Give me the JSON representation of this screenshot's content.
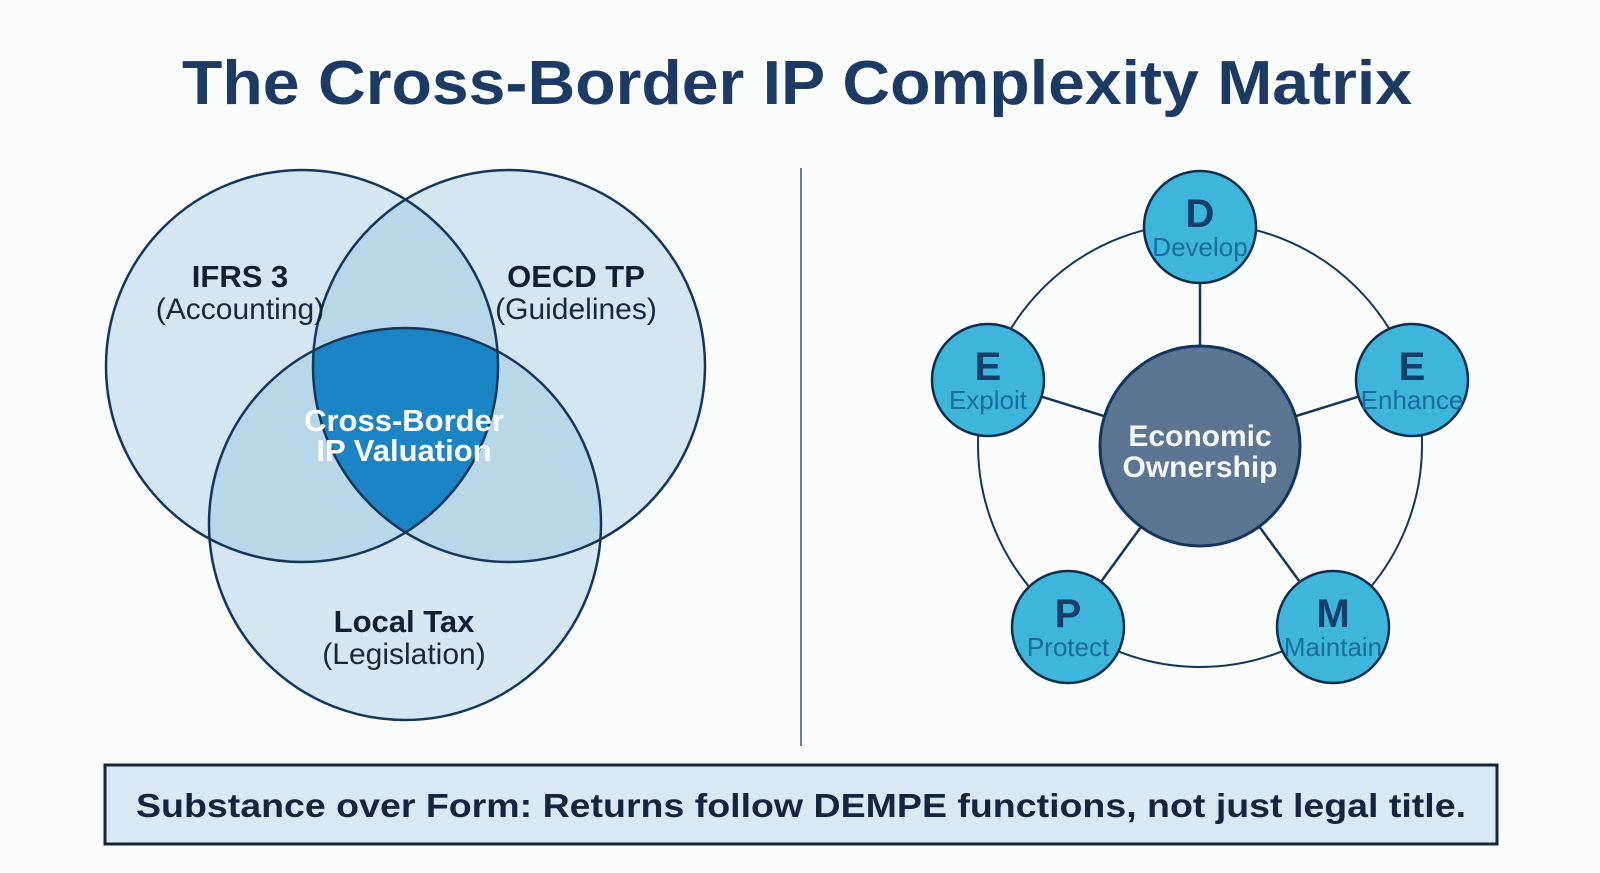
{
  "title": "The Cross-Border IP Complexity Matrix",
  "venn": {
    "circles": [
      {
        "name": "IFRS 3",
        "qualifier": "(Accounting)"
      },
      {
        "name": "OECD TP",
        "qualifier": "(Guidelines)"
      },
      {
        "name": "Local Tax",
        "qualifier": "(Legislation)"
      }
    ],
    "center": {
      "line1": "Cross-Border",
      "line2": "IP Valuation"
    }
  },
  "dempe": {
    "center": {
      "line1": "Economic",
      "line2": "Ownership"
    },
    "nodes": [
      {
        "letter": "D",
        "label": "Develop"
      },
      {
        "letter": "E",
        "label": "Enhance"
      },
      {
        "letter": "M",
        "label": "Maintain"
      },
      {
        "letter": "P",
        "label": "Protect"
      },
      {
        "letter": "E",
        "label": "Exploit"
      }
    ]
  },
  "banner": {
    "text": "Substance over Form: Returns follow DEMPE functions, not just legal title."
  },
  "colors": {
    "title_text": "#1c3a64",
    "venn_circle_fill": "#80b9da",
    "venn_triple_overlap": "#1b84c5",
    "outline_navy": "#14355c",
    "dempe_node_fill": "#3eb5db",
    "dempe_node_letter": "#133f68",
    "dempe_node_label": "#1a6ba3",
    "economic_ownership_fill": "#5b7593",
    "banner_background": "#d9e9f4",
    "banner_border": "#16253c",
    "banner_text": "#14253f",
    "page_background": "#fbfcfc"
  }
}
